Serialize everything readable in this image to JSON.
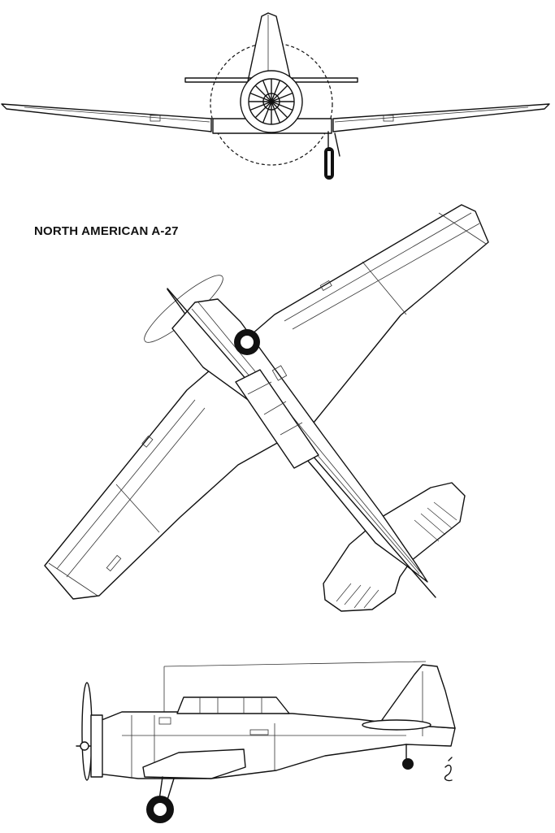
{
  "drawing": {
    "title": "NORTH AMERICAN A-27",
    "views": [
      "front-view",
      "top-view",
      "side-view"
    ]
  },
  "colors": {
    "ink": "#111111",
    "paper": "#ffffff"
  }
}
